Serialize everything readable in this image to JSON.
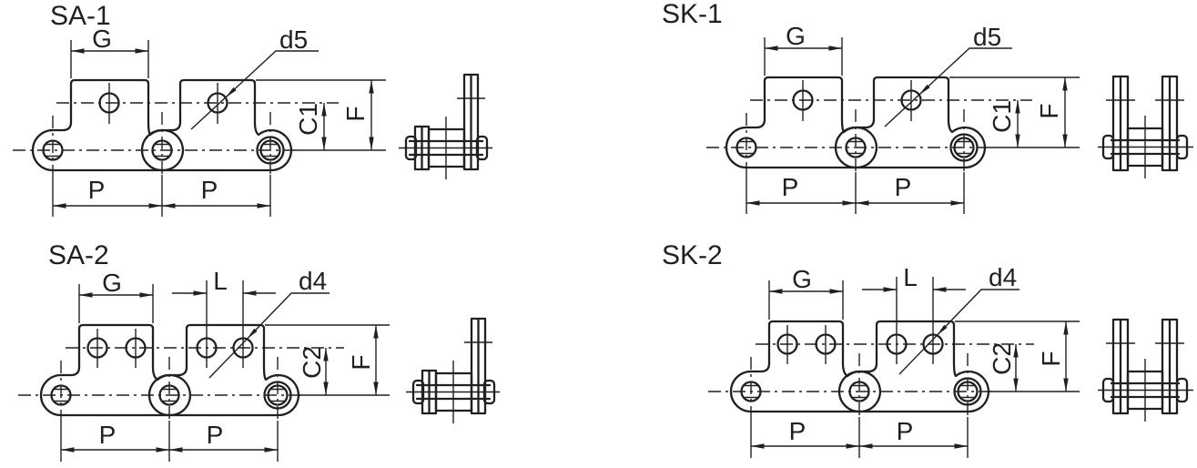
{
  "colors": {
    "line": "#231f20",
    "background": "#ffffff"
  },
  "panels": [
    {
      "title": "SA-1"
    },
    {
      "title": "SK-1"
    },
    {
      "title": "SA-2"
    },
    {
      "title": "SK-2"
    }
  ],
  "labels": {
    "single": {
      "G": "G",
      "d": "d5",
      "C": "C1",
      "F": "F",
      "P_left": "P",
      "P_right": "P"
    },
    "double": {
      "G": "G",
      "L": "L",
      "d": "d4",
      "C": "C2",
      "F": "F",
      "P_left": "P",
      "P_right": "P"
    }
  }
}
